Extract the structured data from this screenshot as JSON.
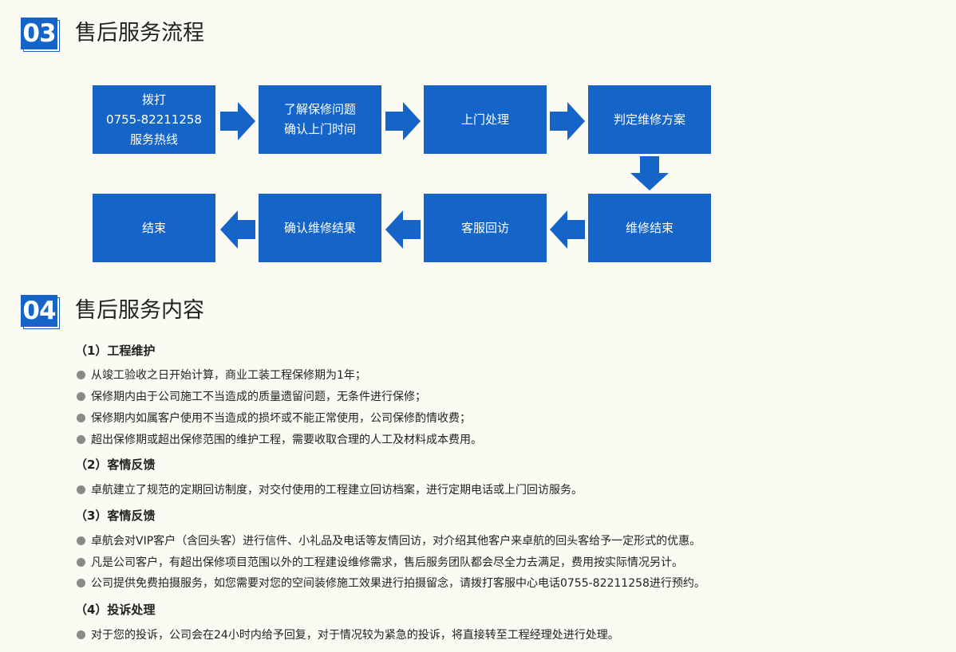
{
  "section3": {
    "number": "03",
    "title": "售后服务流程"
  },
  "flow": {
    "row1": [
      {
        "lines": [
          "拨打",
          "0755-82211258",
          "服务热线"
        ]
      },
      {
        "lines": [
          "了解保修问题",
          "确认上门时间"
        ]
      },
      {
        "lines": [
          "上门处理"
        ]
      },
      {
        "lines": [
          "判定维修方案"
        ]
      }
    ],
    "row2": [
      {
        "lines": [
          "结束"
        ]
      },
      {
        "lines": [
          "确认维修结果"
        ]
      },
      {
        "lines": [
          "客服回访"
        ]
      },
      {
        "lines": [
          "维修结束"
        ]
      }
    ],
    "arrow_icon": "block-arrow-icon",
    "colors": {
      "box": "#1565c8",
      "arrow": "#1565c8"
    }
  },
  "section4": {
    "number": "04",
    "title": "售后服务内容",
    "groups": [
      {
        "title": "（1）工程维护",
        "items": [
          "从竣工验收之日开始计算，商业工装工程保修期为1年；",
          "保修期内由于公司施工不当造成的质量遗留问题，无条件进行保修；",
          "保修期内如属客户使用不当造成的损坏或不能正常使用，公司保修酌情收费；",
          "超出保修期或超出保修范围的维护工程，需要收取合理的人工及材料成本费用。"
        ]
      },
      {
        "title": "（2）客情反馈",
        "items": [
          "卓航建立了规范的定期回访制度，对交付使用的工程建立回访档案，进行定期电话或上门回访服务。"
        ]
      },
      {
        "title": "（3）客情反馈",
        "items": [
          "卓航会对VIP客户（含回头客）进行信件、小礼品及电话等友情回访，对介绍其他客户来卓航的回头客给予一定形式的优惠。",
          "凡是公司客户，有超出保修项目范围以外的工程建设维修需求，售后服务团队都会尽全力去满足，费用按实际情况另计。",
          "公司提供免费拍摄服务，如您需要对您的空间装修施工效果进行拍摄留念，请拨打客服中心电话0755-82211258进行预约。"
        ]
      },
      {
        "title": "（4）投诉处理",
        "items": [
          "对于您的投诉，公司会在24小时内给予回复，对于情况较为紧急的投诉，将直接转至工程经理处进行处理。"
        ]
      }
    ]
  }
}
